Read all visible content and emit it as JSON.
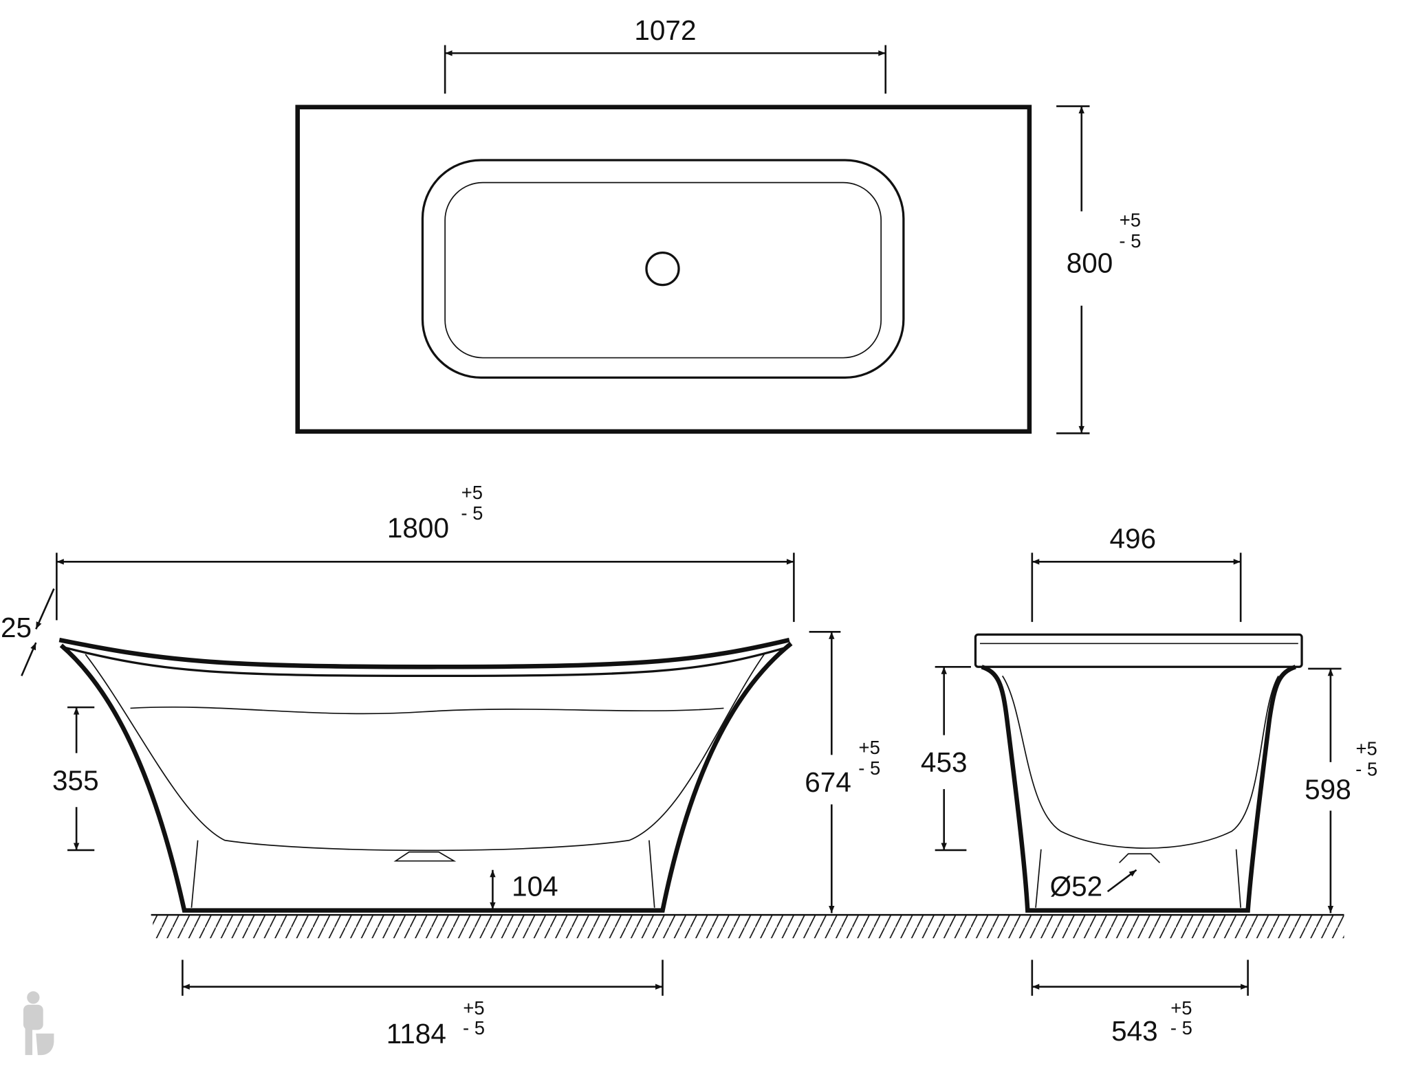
{
  "top_view": {
    "width_1072": "1072",
    "depth": "800",
    "depth_tol_plus": "+5",
    "depth_tol_minus": "- 5"
  },
  "side_view": {
    "length": "1800",
    "length_tol_plus": "+5",
    "length_tol_minus": "- 5",
    "rim": "25",
    "water_depth": "355",
    "height": "674",
    "height_tol_plus": "+5",
    "height_tol_minus": "- 5",
    "drain_height": "104",
    "base_length": "1184",
    "base_tol_plus": "+5",
    "base_tol_minus": "- 5"
  },
  "end_view": {
    "inner_width": "496",
    "inner_depth": "453",
    "height": "598",
    "height_tol_plus": "+5",
    "height_tol_minus": "- 5",
    "drain_diameter": "Ø52",
    "base_width": "543",
    "base_tol_plus": "+5",
    "base_tol_minus": "- 5"
  },
  "colors": {
    "line": "#111111",
    "watermark": "#c8c8c8"
  }
}
